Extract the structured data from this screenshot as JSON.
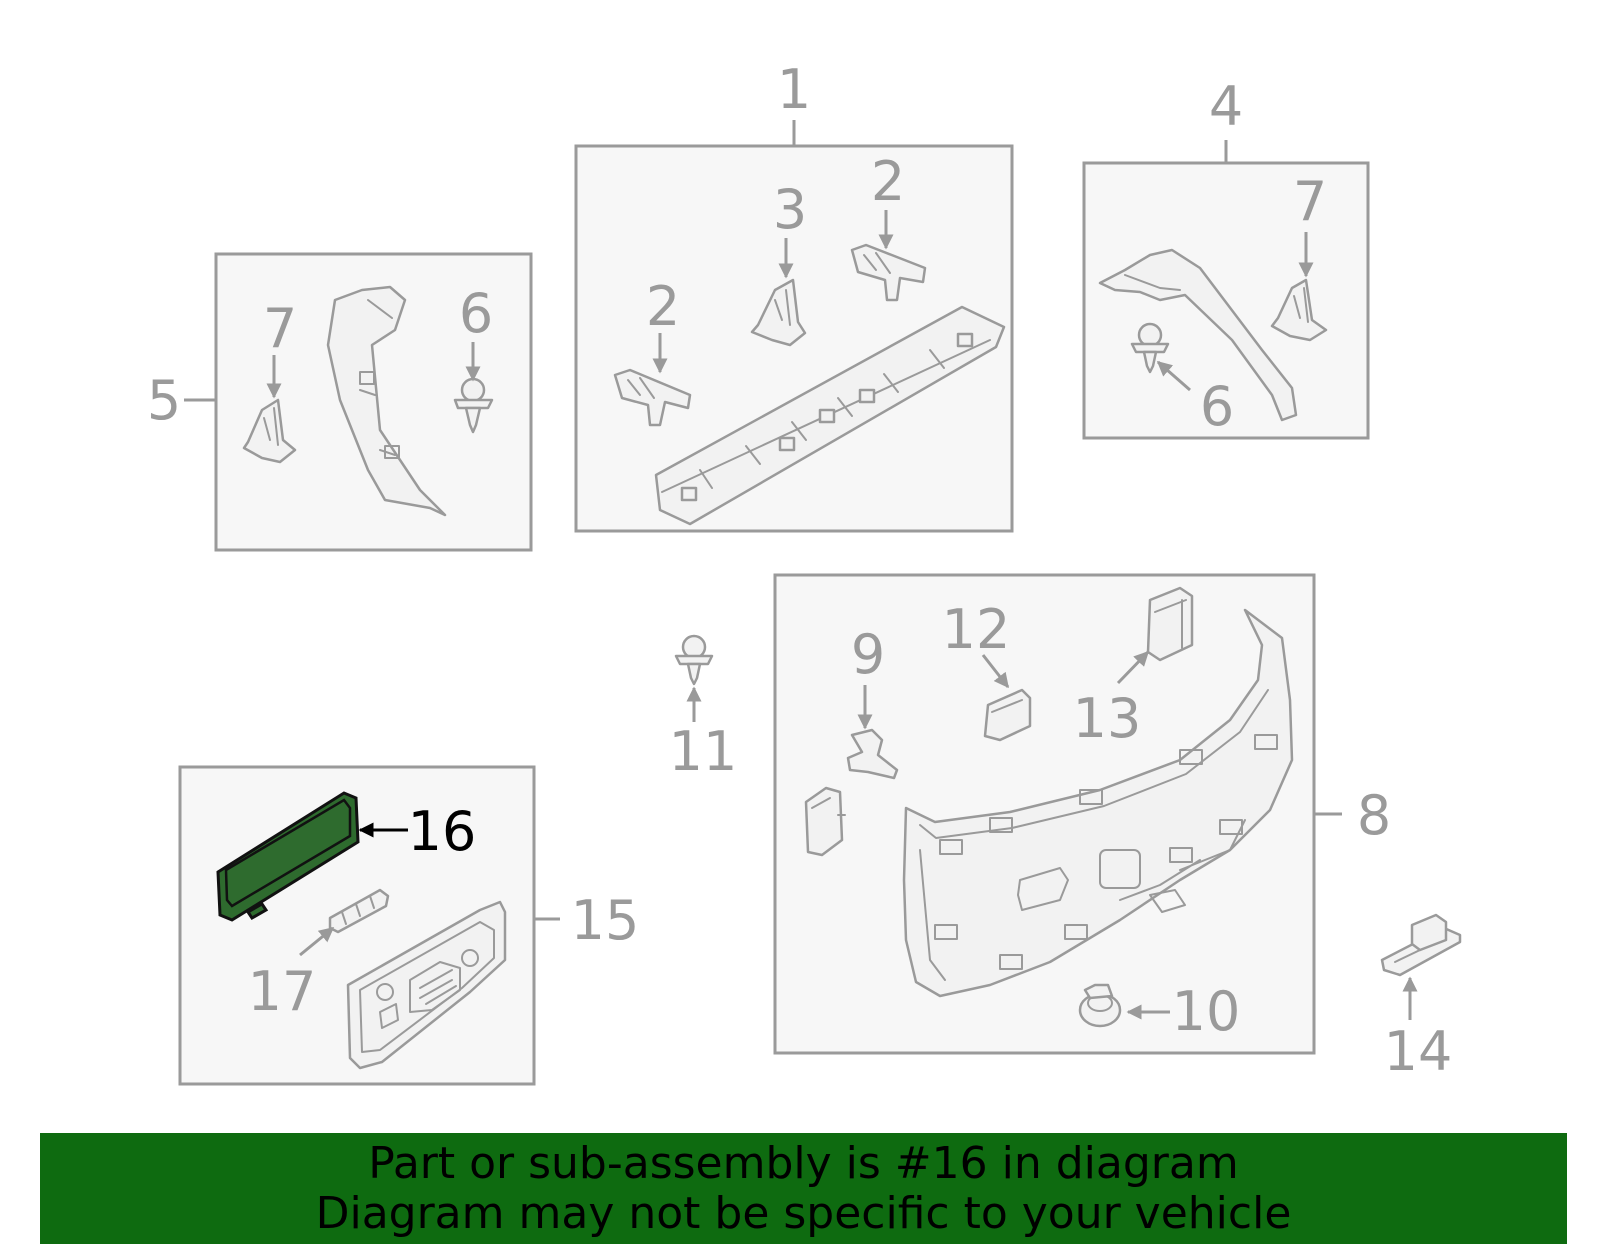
{
  "diagram": {
    "callouts": {
      "c1": "1",
      "c2a": "2",
      "c2b": "2",
      "c3": "3",
      "c4": "4",
      "c5": "5",
      "c6a": "6",
      "c6b": "6",
      "c7a": "7",
      "c7b": "7",
      "c8": "8",
      "c9": "9",
      "c10": "10",
      "c11": "11",
      "c12": "12",
      "c13": "13",
      "c14": "14",
      "c15": "15",
      "c16": "16",
      "c17": "17"
    },
    "highlighted_part": "16",
    "highlight_color": "#2e6b2e"
  },
  "banner": {
    "line1": "Part or sub-assembly is #16 in diagram",
    "line2": "Diagram may not be specific to your vehicle",
    "background": "#0e6b10"
  }
}
